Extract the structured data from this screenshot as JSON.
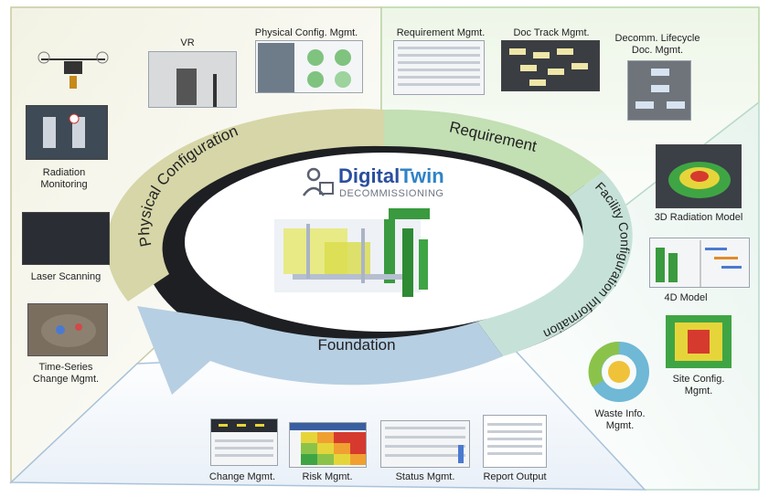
{
  "center": {
    "logo_word1": "Digital",
    "logo_word2": "Twin",
    "logo_sub": "DECOMMISSIONING"
  },
  "ring": {
    "physical": "Physical Configuration",
    "requirement": "Requirement",
    "facility": "Facility Configuration Information",
    "foundation": "Foundation"
  },
  "items": {
    "vr": "VR",
    "physical_mgmt": "Physical Config. Mgmt.",
    "requirement_mgmt": "Requirement Mgmt.",
    "doc_track": "Doc Track Mgmt.",
    "decomm_l1": "Decomm. Lifecycle",
    "decomm_l2": "Doc. Mgmt.",
    "radiation_l1": "Radiation",
    "radiation_l2": "Monitoring",
    "laser": "Laser Scanning",
    "timeseries_l1": "Time-Series",
    "timeseries_l2": "Change Mgmt.",
    "rad3d": "3D Radiation Model",
    "model4d": "4D Model",
    "site_l1": "Site Config.",
    "site_l2": "Mgmt.",
    "waste_l1": "Waste Info.",
    "waste_l2": "Mgmt.",
    "change": "Change Mgmt.",
    "risk": "Risk Mgmt.",
    "status": "Status Mgmt.",
    "report": "Report Output"
  },
  "colors": {
    "physical": "#d6d6a8",
    "requirement": "#c3dfb4",
    "facility": "#c6e2d8",
    "foundation": "#b7cfe3",
    "logo_blue": "#2b4f9e",
    "logo_accent": "#2f83c7"
  }
}
